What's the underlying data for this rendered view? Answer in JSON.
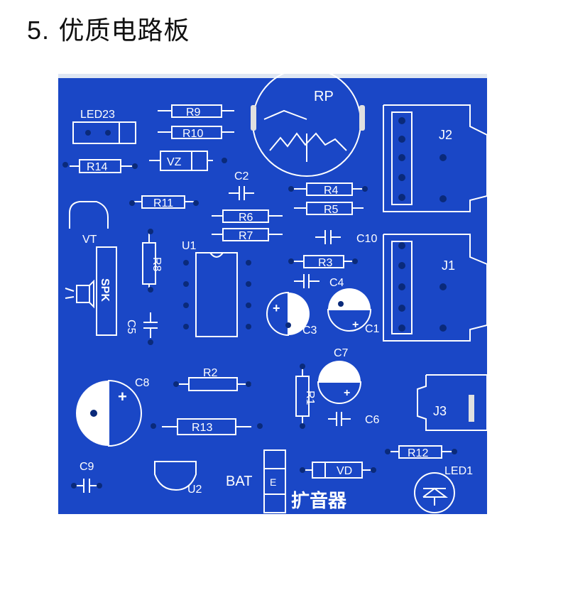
{
  "heading": {
    "number": "5.",
    "title": "优质电路板"
  },
  "board": {
    "background": "#1a47c6",
    "silkscreen": "#ffffff",
    "labels": {
      "led23": "LED23",
      "r9": "R9",
      "r10": "R10",
      "r14": "R14",
      "vz": "VZ",
      "rp": "RP",
      "j2": "J2",
      "c2": "C2",
      "r4": "R4",
      "r5": "R5",
      "r11": "R11",
      "r6": "R6",
      "r7": "R7",
      "c10": "C10",
      "vt": "VT",
      "u1": "U1",
      "r8": "R8",
      "r3": "R3",
      "j1": "J1",
      "c4": "C4",
      "spk": "SPK",
      "c3": "C3",
      "c1": "C1",
      "c5": "C5",
      "c7": "C7",
      "c8": "C8",
      "r2": "R2",
      "r1": "R1",
      "j3": "J3",
      "r13": "R13",
      "c6": "C6",
      "r12": "R12",
      "c9": "C9",
      "led1": "LED1",
      "vd": "VD",
      "bat": "BAT",
      "u2": "U2",
      "title_cn": "扩音器"
    }
  }
}
